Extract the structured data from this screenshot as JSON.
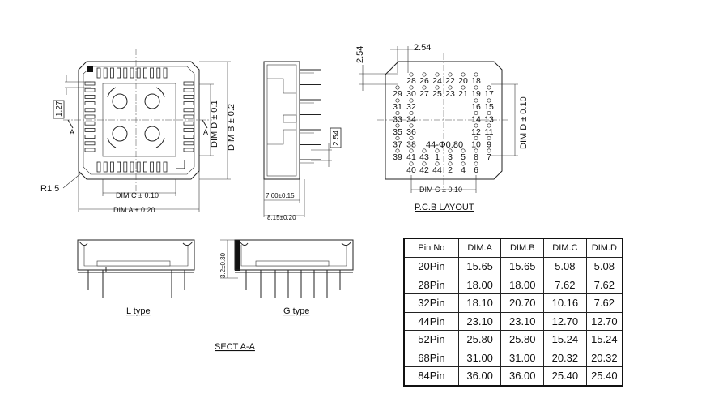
{
  "labels": {
    "dim_d": "DIM D ± 0.1",
    "dim_b": "DIM B ± 0.2",
    "dim_c": "DIM C ± 0.10",
    "dim_a": "DIM A ± 0.20",
    "pitch_127": "1.27",
    "r15": "R1.5",
    "section_a_left": "A",
    "section_a_right": "A",
    "side_760": "7.60±0.15",
    "side_815": "8.15±0.20",
    "side_254": "2.54",
    "pcb_254_top": "2.54",
    "pcb_254_left": "2.54",
    "pcb_dim_d": "DIM D ± 0.10",
    "pcb_dim_c": "DIM C ± 0.10",
    "pcb_center": "44-Φ0.80",
    "pcb_title": "P.C.B LAYOUT",
    "height_32": "3.2±0.30",
    "l_type": "L type",
    "g_type": "G type",
    "sect": "SECT A-A"
  },
  "pcb_pins": {
    "top_row": [
      "28",
      "26",
      "24",
      "22",
      "20",
      "18"
    ],
    "row2": [
      "29",
      "30",
      "27",
      "25",
      "23",
      "21",
      "19",
      "17"
    ],
    "row3_left": [
      "31",
      "32"
    ],
    "row3_right": [
      "16",
      "15"
    ],
    "row4_left": [
      "33",
      "34"
    ],
    "row4_right": [
      "14",
      "13"
    ],
    "row5_left": [
      "35",
      "36"
    ],
    "row5_right": [
      "12",
      "11"
    ],
    "row6_left": [
      "37",
      "38"
    ],
    "row6_right": [
      "10",
      "9"
    ],
    "row7_left": [
      "39",
      "41",
      "43",
      "1",
      "3",
      "5"
    ],
    "row7_right": [
      "8",
      "7"
    ],
    "bottom_row": [
      "40",
      "42",
      "44",
      "2",
      "4",
      "6"
    ]
  },
  "table": {
    "headers": [
      "Pin No",
      "DIM.A",
      "DIM.B",
      "DIM.C",
      "DIM.D"
    ],
    "rows": [
      [
        "20Pin",
        "15.65",
        "15.65",
        "5.08",
        "5.08"
      ],
      [
        "28Pin",
        "18.00",
        "18.00",
        "7.62",
        "7.62"
      ],
      [
        "32Pin",
        "18.10",
        "20.70",
        "10.16",
        "7.62"
      ],
      [
        "44Pin",
        "23.10",
        "23.10",
        "12.70",
        "12.70"
      ],
      [
        "52Pin",
        "25.80",
        "25.80",
        "15.24",
        "15.24"
      ],
      [
        "68Pin",
        "31.00",
        "31.00",
        "20.32",
        "20.32"
      ],
      [
        "84Pin",
        "36.00",
        "36.00",
        "25.40",
        "25.40"
      ]
    ]
  }
}
